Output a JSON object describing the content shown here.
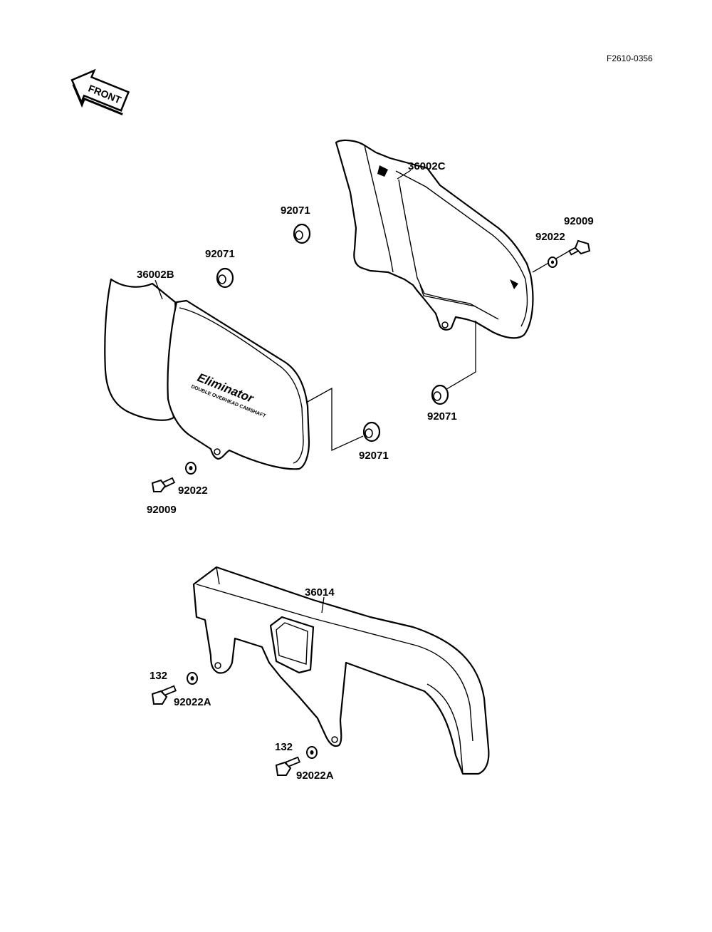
{
  "diagram": {
    "reference_code": "F2610-0356",
    "front_arrow_text": "FRONT",
    "logo_text": "Eliminator",
    "logo_subtext": "DOUBLE OVERHEAD CAMSHAFT",
    "labels": {
      "p36002C": "36002C",
      "p36002B": "36002B",
      "p92071_top": "92071",
      "p92071_mid": "92071",
      "p92071_right": "92071",
      "p92071_center": "92071",
      "p92009_right": "92009",
      "p92022_right": "92022",
      "p92022_left": "92022",
      "p92009_left": "92009",
      "p36014": "36014",
      "p132_a": "132",
      "p92022A_a": "92022A",
      "p132_b": "132",
      "p92022A_b": "92022A"
    }
  }
}
